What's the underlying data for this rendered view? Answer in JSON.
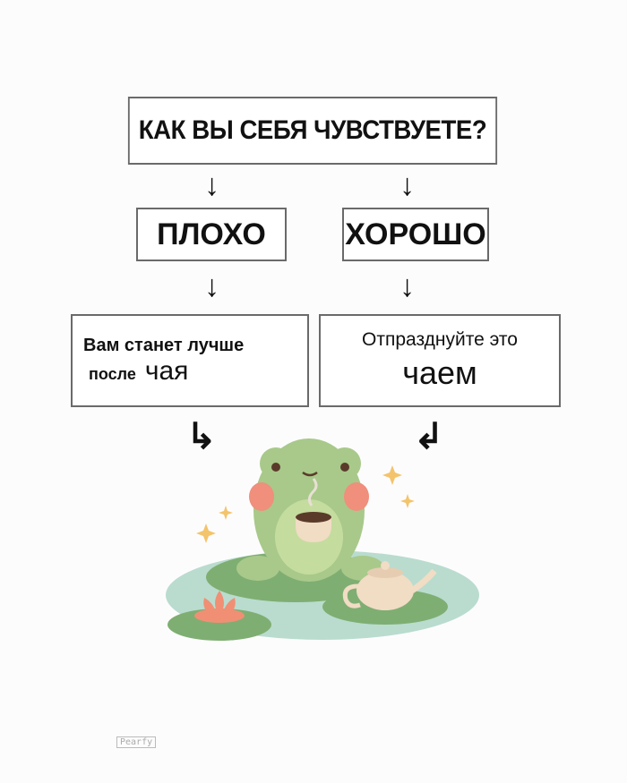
{
  "diagram": {
    "question": "КАК ВЫ СЕБЯ ЧУВСТВУЕТЕ?",
    "branches": [
      {
        "label": "ПЛОХО",
        "result_line1": "Вам станет лучше",
        "result_line2_small": "после",
        "result_line2_large": "чая"
      },
      {
        "label": "ХОРОШО",
        "result_line1": "Отпразднуйте это",
        "result_line2_large": "чаем"
      }
    ],
    "arrows": {
      "down": "↓",
      "curve_left": "↳",
      "curve_right": "↲"
    },
    "illustration": "frog-drinking-tea-on-lily-pad",
    "colors": {
      "frog": "#a8c98a",
      "cheek": "#ef8f7c",
      "water": "#b9dccf",
      "pad": "#7fae72",
      "lotus": "#f08f74",
      "sparkle": "#f3c46c",
      "teapot": "#f1dcc4"
    },
    "watermark": "Pearfy"
  }
}
